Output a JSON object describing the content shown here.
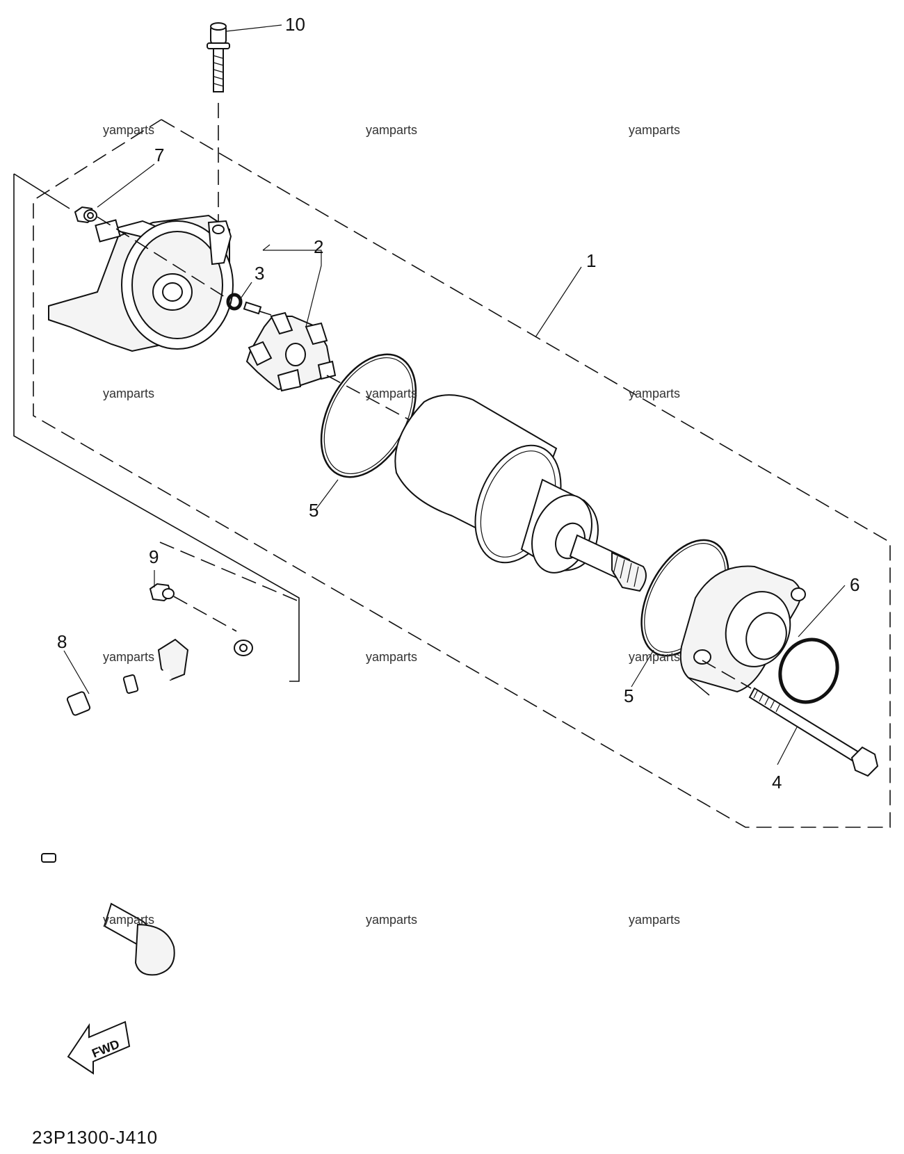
{
  "diagram": {
    "drawing_code": "23P1300-J410",
    "fwd_label": "FWD",
    "watermark": "yamparts",
    "callouts": [
      {
        "id": "1",
        "label": "1"
      },
      {
        "id": "2",
        "label": "2"
      },
      {
        "id": "3",
        "label": "3"
      },
      {
        "id": "4",
        "label": "4"
      },
      {
        "id": "5a",
        "label": "5"
      },
      {
        "id": "5b",
        "label": "5"
      },
      {
        "id": "6",
        "label": "6"
      },
      {
        "id": "7",
        "label": "7"
      },
      {
        "id": "8",
        "label": "8"
      },
      {
        "id": "9",
        "label": "9"
      },
      {
        "id": "10",
        "label": "10"
      }
    ]
  }
}
